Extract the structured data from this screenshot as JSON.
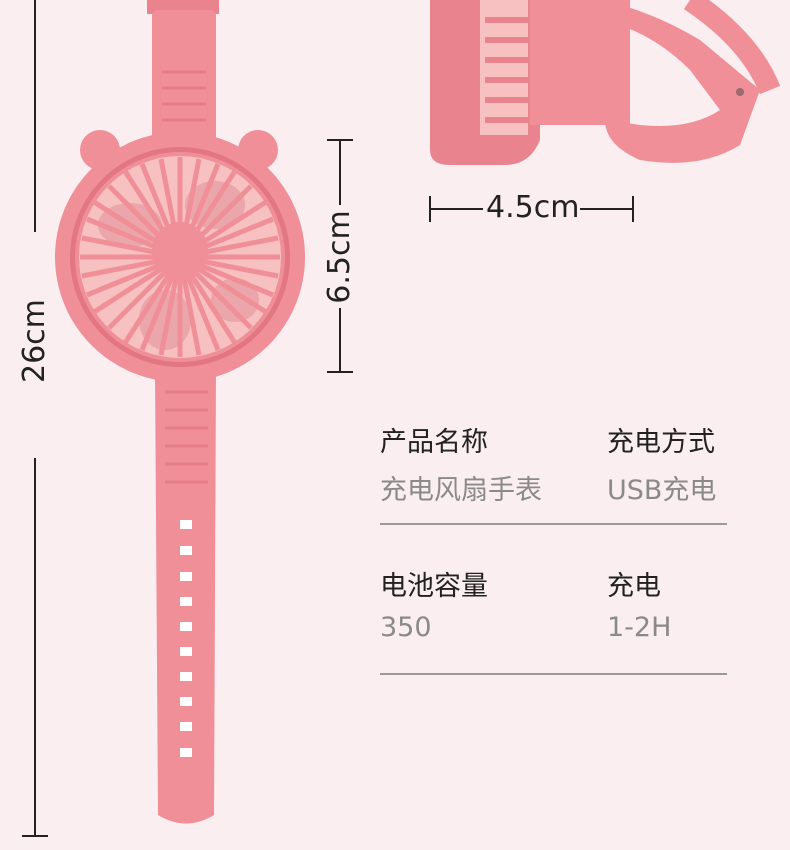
{
  "dimensions": {
    "total_length": "26cm",
    "dial_diameter": "6.5cm",
    "thickness": "4.5cm"
  },
  "specs": [
    {
      "label": "产品名称",
      "value": "充电风扇手表"
    },
    {
      "label": "充电方式",
      "value": "USB充电"
    },
    {
      "label": "电池容量",
      "value": "350"
    },
    {
      "label": "充电",
      "value": "1-2H"
    }
  ],
  "colors": {
    "background": "#fbeef1",
    "strap": "#f08f98",
    "strap_dark": "#e07882",
    "blade": "#f6c1c0"
  }
}
